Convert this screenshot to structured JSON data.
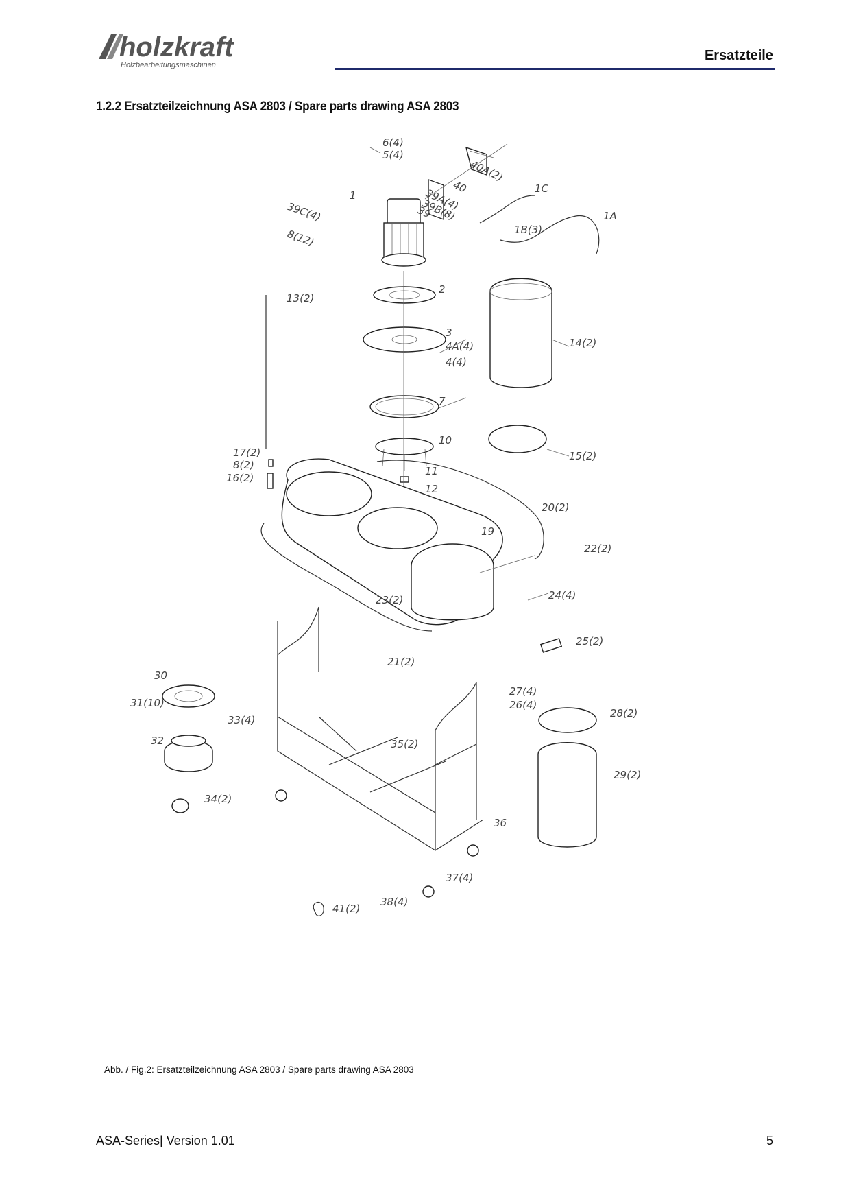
{
  "header": {
    "logo_text": "holzkraft",
    "logo_subtitle": "Holzbearbeitungsmaschinen",
    "section": "Ersatzteile"
  },
  "heading": "1.2.2  Ersatzteilzeichnung ASA 2803 / Spare parts drawing ASA 2803",
  "drawing": {
    "callouts": [
      "6(4)",
      "5(4)",
      "40A(2)",
      "40",
      "39A(4)",
      "39B(8)",
      "39",
      "1",
      "39C(4)",
      "8(12)",
      "2",
      "1C",
      "1B(3)",
      "1A",
      "3",
      "4A(4)",
      "4(4)",
      "13(2)",
      "7",
      "10",
      "11",
      "12",
      "14(2)",
      "15(2)",
      "17(2)",
      "8(2)",
      "16(2)",
      "20(2)",
      "19",
      "22(2)",
      "24(4)",
      "23(2)",
      "25(2)",
      "21(2)",
      "30",
      "31(10)",
      "33(4)",
      "32",
      "27(4)",
      "26(4)",
      "28(2)",
      "35(2)",
      "29(2)",
      "34(2)",
      "36",
      "37(4)",
      "38(4)",
      "41(2)"
    ]
  },
  "caption": "Abb. / Fig.2:  Ersatzteilzeichnung ASA 2803 / Spare parts drawing ASA 2803",
  "footer": {
    "left": "ASA-Series| Version 1.01",
    "page_number": "5"
  },
  "colors": {
    "header_rule": "#1f2a6b",
    "text": "#111111"
  }
}
